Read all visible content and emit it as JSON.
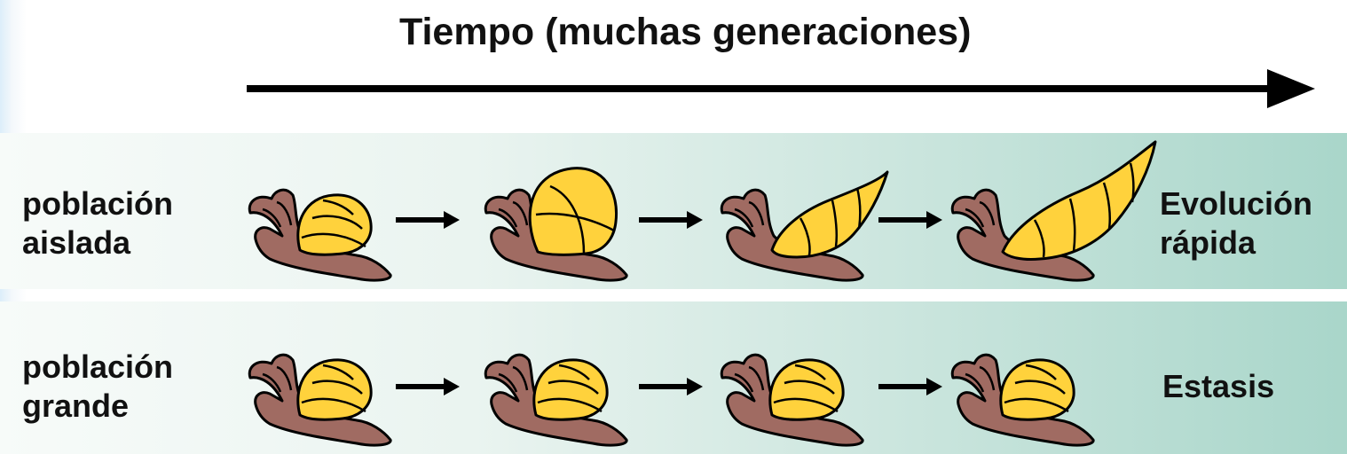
{
  "header": {
    "time_label": "Tiempo (muchas generaciones)"
  },
  "rows": [
    {
      "label_line1": "población",
      "label_line2": "aislada",
      "result_line1": "Evolución",
      "result_line2": "rápida"
    },
    {
      "label_line1": "población",
      "label_line2": "grande",
      "result_line1": "Estasis"
    }
  ],
  "colors": {
    "snail_body": "#a06b62",
    "snail_shell": "#ffd23c",
    "outline": "#000000",
    "band_start": "#f7fbf9",
    "band_end": "#a9d6ca"
  },
  "icons": [
    "snail-icon",
    "arrow-right-icon"
  ]
}
